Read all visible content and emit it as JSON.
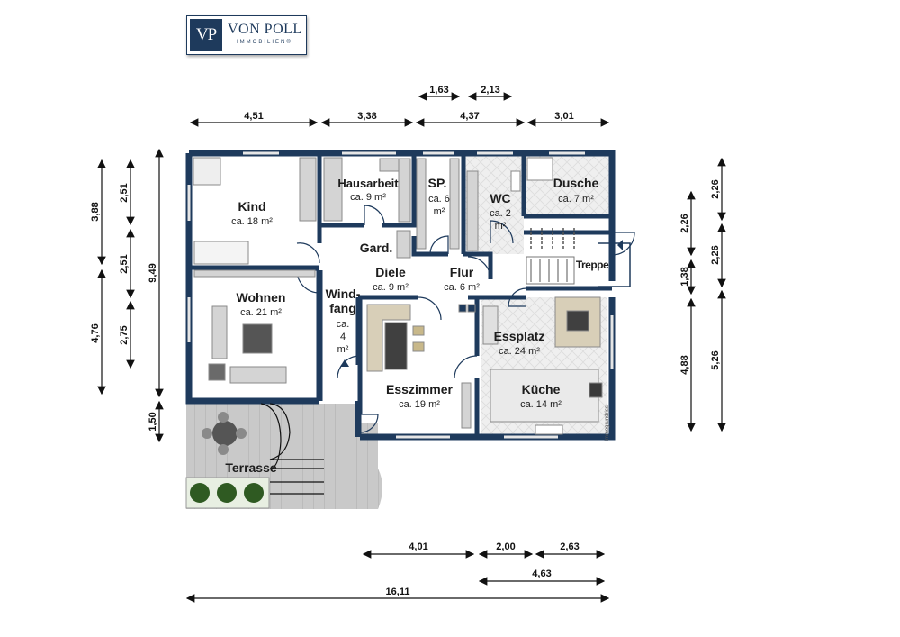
{
  "brand": {
    "mark": "VP",
    "name": "VON POLL",
    "sub": "IMMOBILIEN®"
  },
  "rooms": {
    "kind": {
      "name": "Kind",
      "area": "ca. 18 m²"
    },
    "hausarbeit": {
      "name": "Hausarbeit",
      "area": "ca. 9 m²"
    },
    "sp": {
      "name": "SP.",
      "area1": "ca. 6",
      "area2": "m²"
    },
    "wc": {
      "name": "WC",
      "area1": "ca. 2",
      "area2": "m²"
    },
    "dusche": {
      "name": "Dusche",
      "area": "ca. 7 m²"
    },
    "gard": {
      "name": "Gard."
    },
    "diele": {
      "name": "Diele",
      "area": "ca. 9 m²"
    },
    "flur": {
      "name": "Flur",
      "area": "ca. 6 m²"
    },
    "treppe": {
      "name": "Treppe"
    },
    "wohnen": {
      "name": "Wohnen",
      "area": "ca. 21 m²"
    },
    "windfang": {
      "name1": "Wind-",
      "name2": "fang",
      "area1": "ca.",
      "area2": "4",
      "area3": "m²"
    },
    "essplatz": {
      "name": "Essplatz",
      "area": "ca. 24 m²"
    },
    "esszimmer": {
      "name": "Esszimmer",
      "area": "ca. 19 m²"
    },
    "kueche": {
      "name": "Küche",
      "area": "ca. 14 m²"
    },
    "terrasse": {
      "name": "Terrasse"
    }
  },
  "watermark": "Immogrundriss",
  "dimensions": {
    "top_row1": [
      "1,63",
      "2,13"
    ],
    "top_row2": [
      "4,51",
      "3,38",
      "4,37",
      "3,01"
    ],
    "left_outer": [
      "3,88",
      "4,76"
    ],
    "left_mid": [
      "2,51",
      "2,51",
      "2,75"
    ],
    "left_total": [
      "9,49",
      "1,50"
    ],
    "right_inner": [
      "2,26",
      "1,38",
      "4,88"
    ],
    "right_outer": [
      "2,26",
      "2,26",
      "5,26"
    ],
    "bottom_row1": [
      "4,01",
      "2,00",
      "2,63"
    ],
    "bottom_row2": [
      "4,63"
    ],
    "bottom_total": "16,11"
  },
  "colors": {
    "wall": "#1e3a5c",
    "floor": "#ffffff",
    "wood": "#bfbfbf",
    "tile": "#ececec",
    "furniture": "#d9d9d9"
  }
}
